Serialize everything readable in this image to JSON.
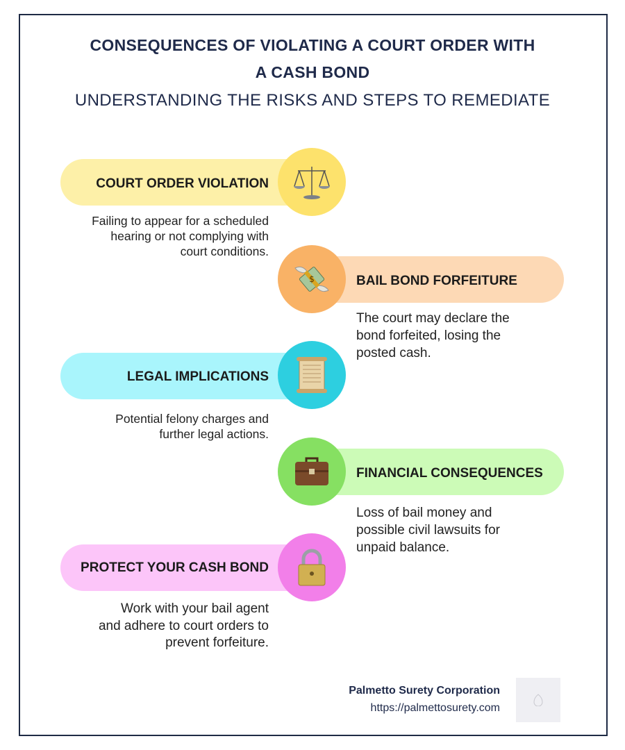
{
  "title_lines": [
    "CONSEQUENCES OF VIOLATING A COURT ORDER WITH",
    "A CASH BOND"
  ],
  "subtitle": "UNDERSTANDING THE RISKS AND STEPS TO REMEDIATE",
  "items": [
    {
      "label": "COURT ORDER VIOLATION",
      "icon": "scales-icon",
      "desc": [
        "Failing to appear for a scheduled",
        "hearing or not complying with",
        "court conditions."
      ],
      "pill_color": "#fdf0a8",
      "circle_color": "#fde26c"
    },
    {
      "label": "BAIL BOND FORFEITURE",
      "icon": "money-with-wings-icon",
      "desc": [
        "The court may declare the",
        "bond forfeited, losing the",
        "posted cash."
      ],
      "pill_color": "#fdd9b5",
      "circle_color": "#f9b266"
    },
    {
      "label": "LEGAL IMPLICATIONS",
      "icon": "scroll-icon",
      "desc": [
        "Potential felony charges and",
        "further legal actions."
      ],
      "pill_color": "#a9f5fc",
      "circle_color": "#2dcfe0"
    },
    {
      "label": "FINANCIAL CONSEQUENCES",
      "icon": "briefcase-icon",
      "desc": [
        "Loss of bail money and",
        "possible civil lawsuits for",
        "unpaid balance."
      ],
      "pill_color": "#ccfbb7",
      "circle_color": "#86e062"
    },
    {
      "label": "PROTECT YOUR CASH BOND",
      "icon": "padlock-icon",
      "desc": [
        "Work with your bail agent",
        "and adhere to court orders to",
        "prevent forfeiture."
      ],
      "pill_color": "#fcc5f9",
      "circle_color": "#f27fe9"
    }
  ],
  "footer": {
    "company": "Palmetto Surety Corporation",
    "url": "https://palmettosurety.com"
  }
}
